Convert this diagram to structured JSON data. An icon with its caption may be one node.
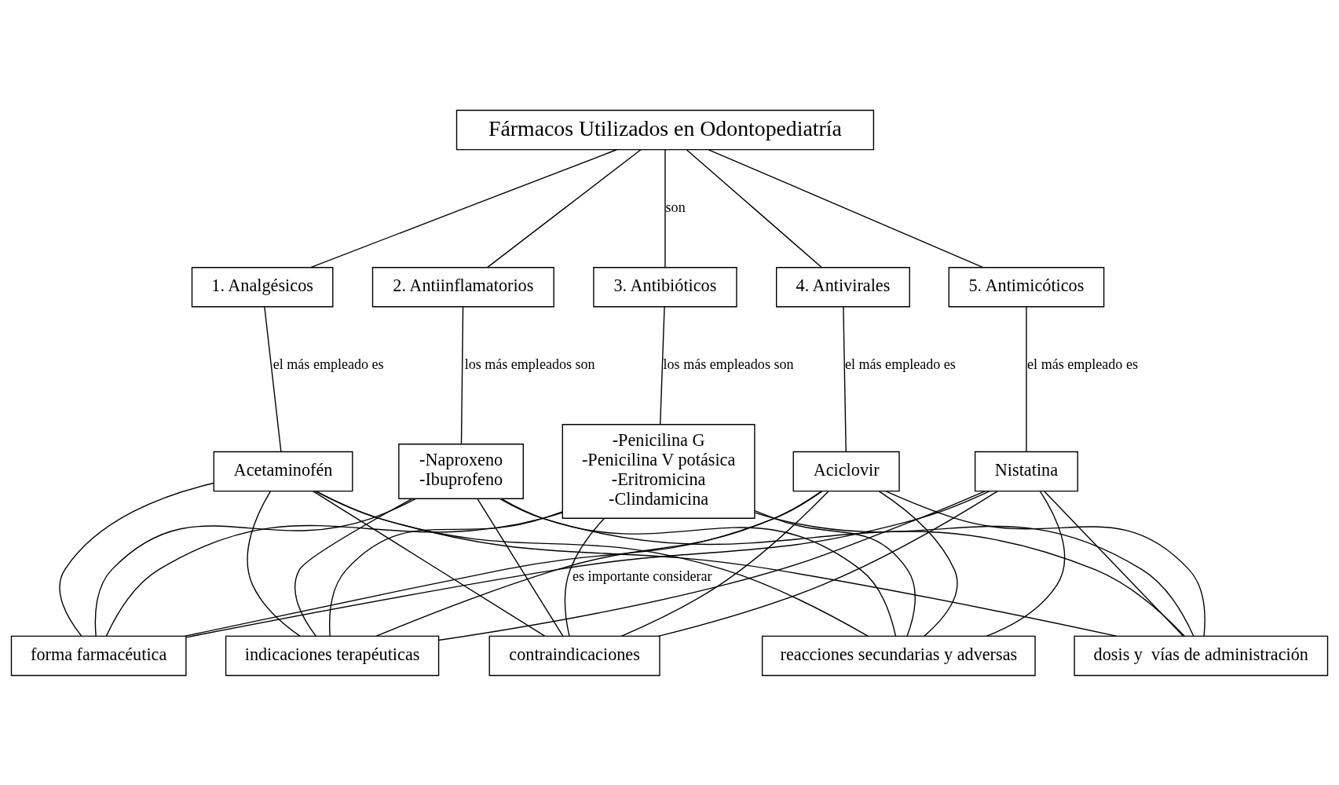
{
  "diagram": {
    "nodes": [
      {
        "text": [
          "Fármacos Utilizados en Odontopediatría"
        ]
      },
      {
        "text": [
          "1. Analgésicos"
        ]
      },
      {
        "text": [
          "2. Antiinflamatorios"
        ]
      },
      {
        "text": [
          "3. Antibióticos"
        ]
      },
      {
        "text": [
          "4. Antivirales"
        ]
      },
      {
        "text": [
          "5. Antimicóticos"
        ]
      },
      {
        "text": [
          "Acetaminofén"
        ]
      },
      {
        "text": [
          "-Naproxeno",
          "-Ibuprofeno"
        ]
      },
      {
        "text": [
          "-Penicilina G",
          "-Penicilina V potásica",
          "-Eritromicina",
          "-Clindamicina"
        ]
      },
      {
        "text": [
          "Aciclovir"
        ]
      },
      {
        "text": [
          "Nistatina"
        ]
      },
      {
        "text": [
          "forma farmacéutica"
        ]
      },
      {
        "text": [
          "indicaciones terapéuticas"
        ]
      },
      {
        "text": [
          "contraindicaciones"
        ]
      },
      {
        "text": [
          "reacciones secundarias y adversas"
        ]
      },
      {
        "text": [
          "dosis y  vías de administración"
        ]
      }
    ],
    "edges": [
      {
        "from": 0,
        "to": 1,
        "arrow": "none"
      },
      {
        "from": 0,
        "to": 2,
        "arrow": "none"
      },
      {
        "from": 0,
        "to": 3,
        "arrow": "none",
        "label": "son"
      },
      {
        "from": 0,
        "to": 4,
        "arrow": "none"
      },
      {
        "from": 0,
        "to": 5,
        "arrow": "none"
      },
      {
        "from": 1,
        "to": 6,
        "arrow": "none",
        "label": "el más empleado es"
      },
      {
        "from": 2,
        "to": 7,
        "arrow": "none",
        "label": "los más empleados son"
      },
      {
        "from": 3,
        "to": 8,
        "arrow": "none",
        "label": "los más empleados son"
      },
      {
        "from": 4,
        "to": 9,
        "arrow": "none",
        "label": "el más empleado es"
      },
      {
        "from": 5,
        "to": 10,
        "arrow": "none",
        "label": "el más empleado es"
      },
      {
        "from": 6,
        "to": 11,
        "arrow": "none"
      },
      {
        "from": 6,
        "to": 12,
        "arrow": "none"
      },
      {
        "from": 6,
        "to": 13,
        "arrow": "none"
      },
      {
        "from": 6,
        "to": 14,
        "arrow": "none"
      },
      {
        "from": 6,
        "to": 15,
        "arrow": "none"
      },
      {
        "from": 7,
        "to": 11,
        "arrow": "none"
      },
      {
        "from": 7,
        "to": 12,
        "arrow": "none"
      },
      {
        "from": 7,
        "to": 13,
        "arrow": "none"
      },
      {
        "from": 7,
        "to": 14,
        "arrow": "none"
      },
      {
        "from": 7,
        "to": 15,
        "arrow": "none"
      },
      {
        "from": 8,
        "to": 11,
        "arrow": "none"
      },
      {
        "from": 8,
        "to": 12,
        "arrow": "none"
      },
      {
        "from": 8,
        "to": 13,
        "arrow": "none",
        "label": "es importante considerar"
      },
      {
        "from": 8,
        "to": 14,
        "arrow": "none"
      },
      {
        "from": 8,
        "to": 15,
        "arrow": "none"
      },
      {
        "from": 9,
        "to": 11,
        "arrow": "none"
      },
      {
        "from": 9,
        "to": 12,
        "arrow": "none"
      },
      {
        "from": 9,
        "to": 13,
        "arrow": "none"
      },
      {
        "from": 9,
        "to": 14,
        "arrow": "none"
      },
      {
        "from": 9,
        "to": 15,
        "arrow": "none"
      },
      {
        "from": 10,
        "to": 11,
        "arrow": "none"
      },
      {
        "from": 10,
        "to": 12,
        "arrow": "none"
      },
      {
        "from": 10,
        "to": 13,
        "arrow": "none"
      },
      {
        "from": 10,
        "to": 14,
        "arrow": "none"
      },
      {
        "from": 10,
        "to": 15,
        "arrow": "none"
      }
    ]
  }
}
